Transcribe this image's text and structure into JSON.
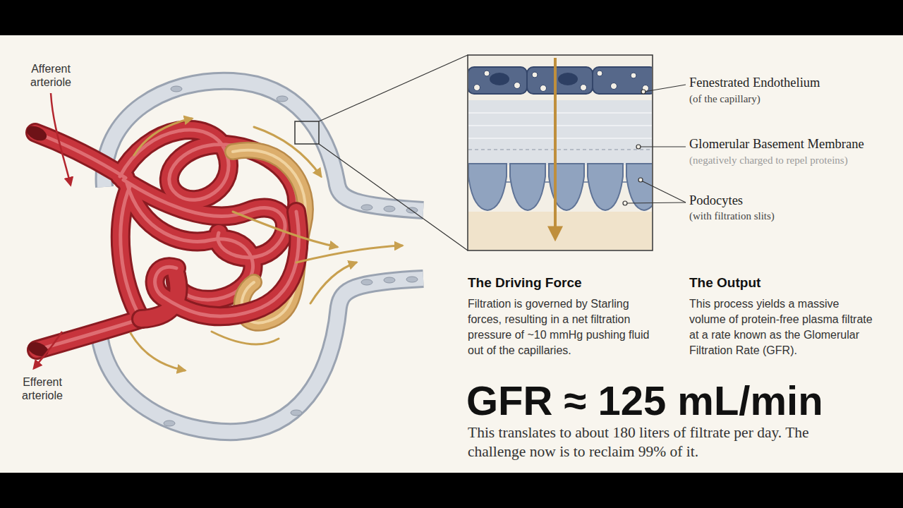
{
  "diagram": {
    "labels": [
      "Afferent arteriole",
      "Efferent arteriole",
      "Fenestrated Endothelium",
      "(of the capillary)",
      "Glomerular Basement Membrane",
      "(negatively charged to repel proteins)",
      "Podocytes",
      "(with filtration slits)",
      "The Driving Force",
      "Filtration is governed by Starling forces, resulting in a net filtration pressure of ~10 mmHg pushing fluid out of the capillaries.",
      "The Output",
      "This process yields a massive volume of protein-free plasma filtrate at a rate known as the Glomerular Filtration Rate (GFR).",
      "GFR ≈ 125 mL/min",
      "This translates to about 180 liters of filtrate per day. The challenge now is to reclaim 99% of it."
    ]
  }
}
